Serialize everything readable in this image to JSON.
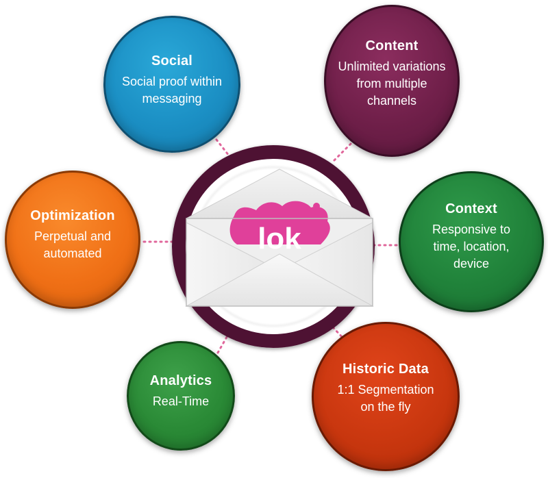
{
  "colors": {
    "social": "#1b8fc4",
    "content": "#6f1f49",
    "optimization": "#f07016",
    "context": "#20823a",
    "analytics": "#2a8a36",
    "historic": "#c9370f",
    "center_ring": "#4e1233",
    "connector": "#e0669b",
    "ink_blot": "#e0409a"
  },
  "center": {
    "logo_text": "lok",
    "icon": "envelope-icon"
  },
  "nodes": {
    "social": {
      "title": "Social",
      "desc": "Social proof within\nmessaging"
    },
    "content": {
      "title": "Content",
      "desc": "Unlimited variations\nfrom multiple\nchannels"
    },
    "optimization": {
      "title": "Optimization",
      "desc": "Perpetual and\nautomated"
    },
    "context": {
      "title": "Context",
      "desc": "Responsive to\ntime, location,\ndevice"
    },
    "analytics": {
      "title": "Analytics",
      "desc": "Real-Time"
    },
    "historic": {
      "title": "Historic Data",
      "desc": "1:1 Segmentation\non the fly"
    }
  }
}
